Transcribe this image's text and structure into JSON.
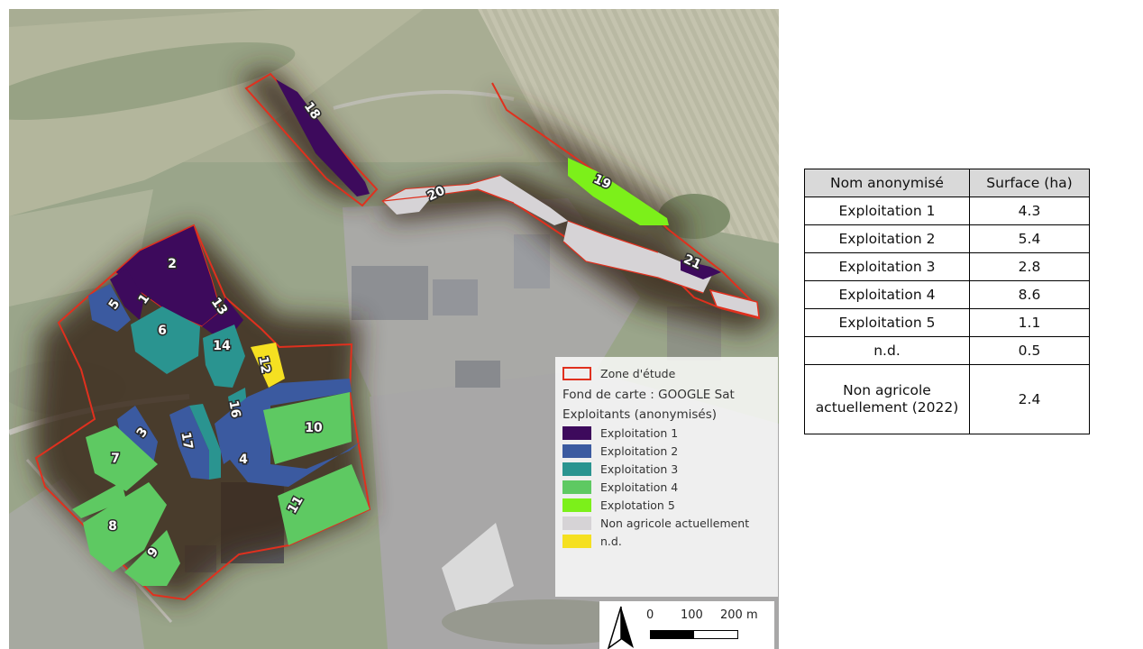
{
  "map": {
    "basemap_label": "Fond de carte : GOOGLE Sat",
    "colors": {
      "exploitation_1": "#3d0a5c",
      "exploitation_2": "#3b5aa0",
      "exploitation_3": "#2a9490",
      "exploitation_4": "#5ec962",
      "exploitation_5": "#7cf01a",
      "non_agricole": "#d6d3d6",
      "nd": "#f5e021",
      "zone_outline": "#e0301e"
    },
    "plots": [
      {
        "id": "1",
        "label": "1",
        "owner": "exploitation_1"
      },
      {
        "id": "2",
        "label": "2",
        "owner": "exploitation_1"
      },
      {
        "id": "3",
        "label": "3",
        "owner": "exploitation_2"
      },
      {
        "id": "4",
        "label": "4",
        "owner": "exploitation_2"
      },
      {
        "id": "5",
        "label": "5",
        "owner": "exploitation_2"
      },
      {
        "id": "6",
        "label": "6",
        "owner": "exploitation_3"
      },
      {
        "id": "7",
        "label": "7",
        "owner": "exploitation_4"
      },
      {
        "id": "8",
        "label": "8",
        "owner": "exploitation_4"
      },
      {
        "id": "9",
        "label": "9",
        "owner": "exploitation_4"
      },
      {
        "id": "10",
        "label": "10",
        "owner": "exploitation_4"
      },
      {
        "id": "11",
        "label": "11",
        "owner": "exploitation_4"
      },
      {
        "id": "12",
        "label": "12",
        "owner": "nd"
      },
      {
        "id": "13",
        "label": "13",
        "owner": "exploitation_1"
      },
      {
        "id": "14",
        "label": "14",
        "owner": "exploitation_3"
      },
      {
        "id": "16",
        "label": "16",
        "owner": "exploitation_3"
      },
      {
        "id": "17",
        "label": "17",
        "owner": "exploitation_2"
      },
      {
        "id": "18",
        "label": "18",
        "owner": "exploitation_1"
      },
      {
        "id": "19",
        "label": "19",
        "owner": "exploitation_5"
      },
      {
        "id": "20",
        "label": "20",
        "owner": "non_agricole"
      },
      {
        "id": "21",
        "label": "21",
        "owner": "exploitation_1"
      }
    ]
  },
  "legend": {
    "zone_label": "Zone d'étude",
    "basemap": "Fond de carte : GOOGLE Sat",
    "group_title": "Exploitants (anonymisés)",
    "items": [
      {
        "label": "Exploitation 1",
        "color": "#3d0a5c"
      },
      {
        "label": "Exploitation 2",
        "color": "#3b5aa0"
      },
      {
        "label": "Exploitation 3",
        "color": "#2a9490"
      },
      {
        "label": "Exploitation 4",
        "color": "#5ec962"
      },
      {
        "label": "Explotation 5",
        "color": "#7cf01a"
      },
      {
        "label": "Non agricole actuellement",
        "color": "#d6d3d6"
      },
      {
        "label": "n.d.",
        "color": "#f5e021"
      }
    ]
  },
  "scale": {
    "ticks": [
      "0",
      "100",
      "200 m"
    ]
  },
  "table": {
    "headers": [
      "Nom anonymisé",
      "Surface (ha)"
    ],
    "rows": [
      {
        "name": "Exploitation 1",
        "surface": "4.3"
      },
      {
        "name": "Exploitation 2",
        "surface": "5.4"
      },
      {
        "name": "Exploitation 3",
        "surface": "2.8"
      },
      {
        "name": "Exploitation 4",
        "surface": "8.6"
      },
      {
        "name": "Exploitation 5",
        "surface": "1.1"
      },
      {
        "name": "n.d.",
        "surface": "0.5"
      },
      {
        "name": "Non agricole actuellement (2022)",
        "surface": "2.4"
      }
    ]
  }
}
